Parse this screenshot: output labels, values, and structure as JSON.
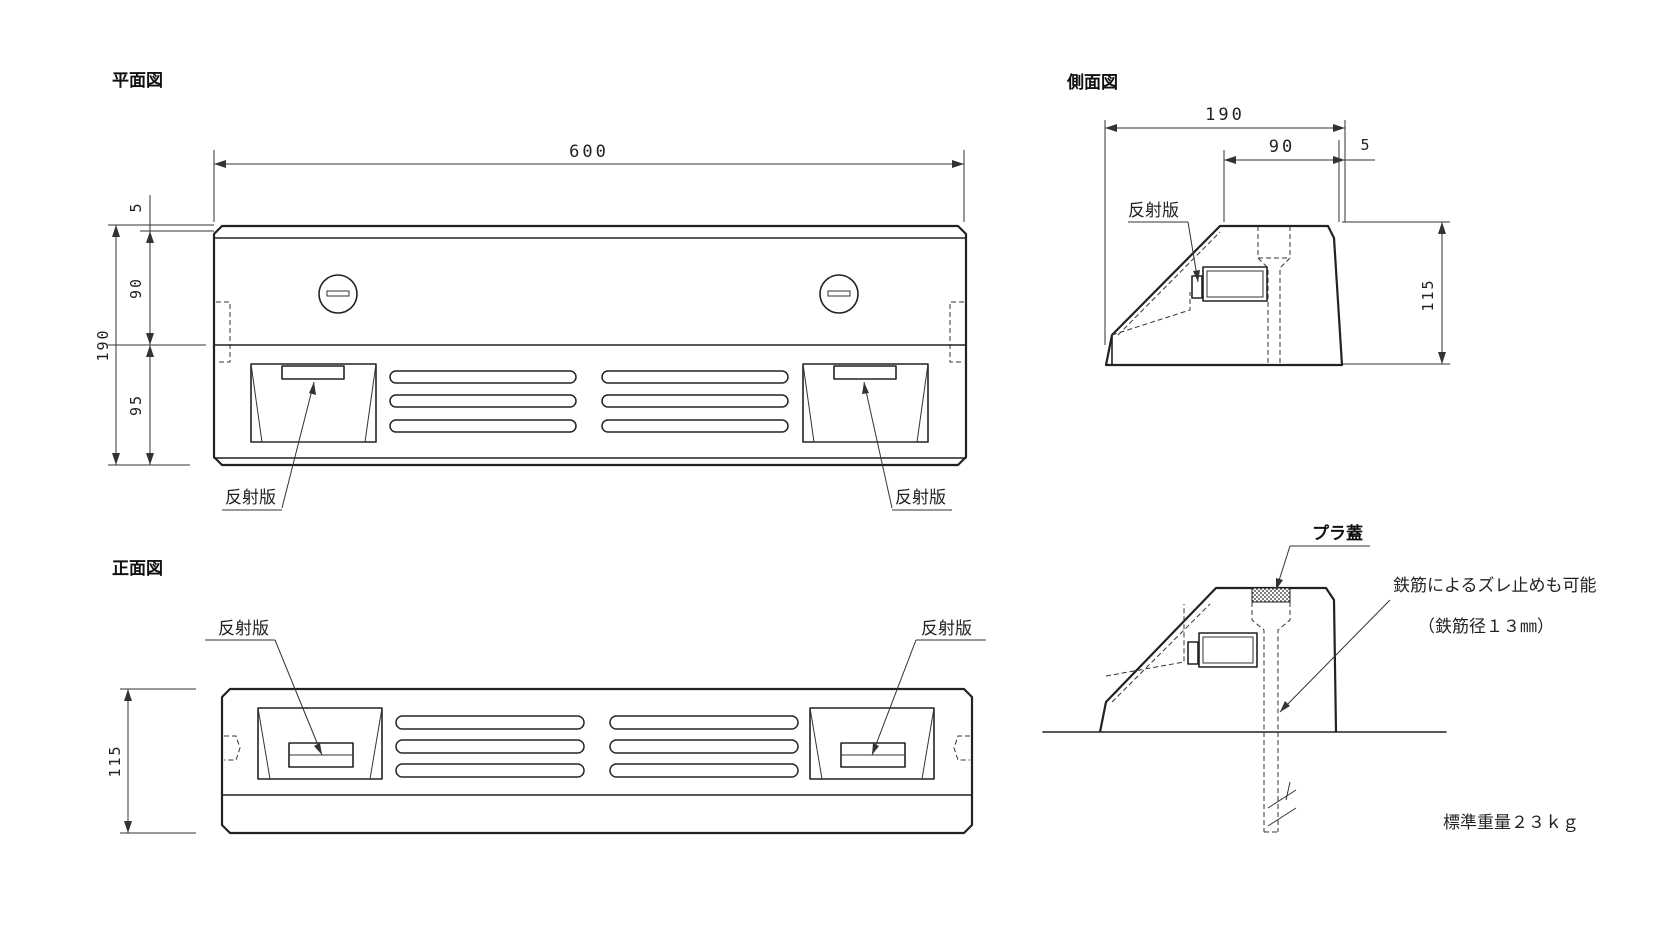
{
  "views": {
    "plan": {
      "title": "平面図"
    },
    "front": {
      "title": "正面図"
    },
    "side": {
      "title": "側面図"
    },
    "section": {
      "title": ""
    }
  },
  "dimensions": {
    "plan_width": "600",
    "plan_top_offset": "5",
    "plan_upper": "90",
    "plan_total": "190",
    "plan_lower": "95",
    "front_height": "115",
    "side_total": "190",
    "side_inner": "90",
    "side_offset": "5",
    "side_height": "115"
  },
  "labels": {
    "reflector": "反射版",
    "plastic_cap": "プラ蓋",
    "rebar_note": "鉄筋によるズレ止めも可能",
    "rebar_diameter": "（鉄筋径１３㎜）",
    "standard_weight": "標準重量２３ｋｇ"
  }
}
